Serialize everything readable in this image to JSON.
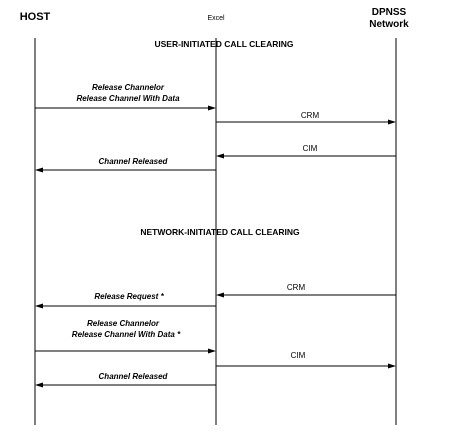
{
  "participants": {
    "host": "HOST",
    "excel": "Excel",
    "network_line1": "DPNSS",
    "network_line2": "Network"
  },
  "sections": {
    "user_initiated": "USER-INITIATED CALL CLEARING",
    "network_initiated": "NETWORK-INITIATED CALL CLEARING"
  },
  "messages": {
    "m1_line1": "Release Channelor",
    "m1_line2": "Release Channel With Data",
    "m2": "CRM",
    "m3": "CIM",
    "m4": "Channel Released",
    "m5": "CRM",
    "m6": "Release Request *",
    "m7_line1": "Release Channelor",
    "m7_line2": "Release Channel With Data *",
    "m8": "CIM",
    "m9": "Channel Released"
  }
}
